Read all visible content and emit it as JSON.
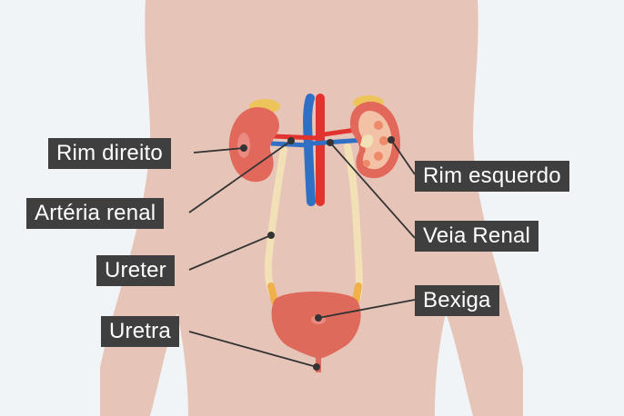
{
  "labels": {
    "rim_direito": "Rim direito",
    "arteria_renal": "Artéria renal",
    "ureter": "Ureter",
    "uretra": "Uretra",
    "rim_esquerdo": "Rim esquerdo",
    "veia_renal": "Veia Renal",
    "bexiga": "Bexiga"
  },
  "colors": {
    "background": "#f1f4f6",
    "body_silhouette": "#e6c5b8",
    "kidney": "#e2685c",
    "adrenal_gland": "#ecc45a",
    "artery": "#e2342f",
    "vein": "#2f6fc4",
    "ureter": "#f2e0b6",
    "bladder": "#de6a5c",
    "label_background": "#3f3f3f",
    "label_text": "#ffffff",
    "leader_line": "#333333"
  }
}
